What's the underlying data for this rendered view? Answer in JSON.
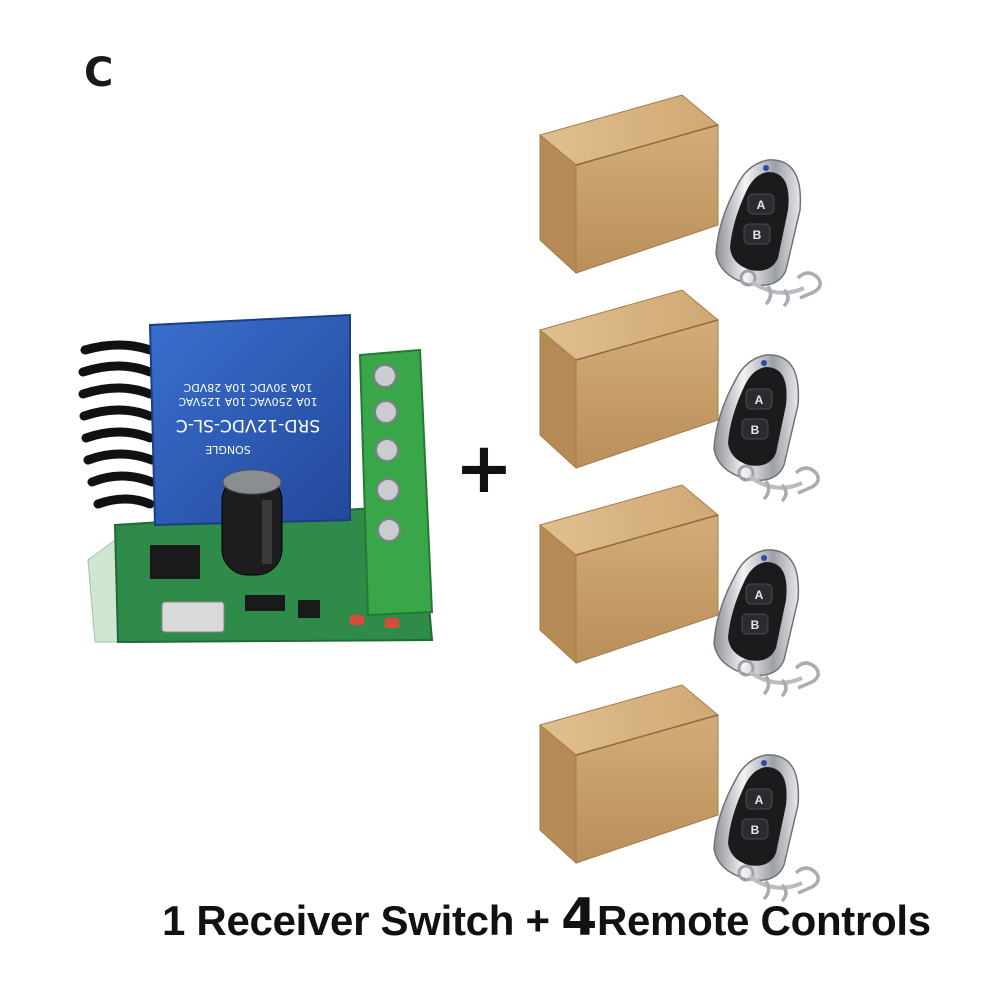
{
  "variant": {
    "label": "C"
  },
  "relay": {
    "model": "SRD-12VDC-SL-C",
    "rating_1": "10A 250VAC  10A 125VAC",
    "rating_2": "10A 30VDC  10A 28VDC",
    "brand": "SONGLE",
    "terminal_count": 5
  },
  "plus_sign": "+",
  "remote": {
    "button_a": "A",
    "button_b": "B"
  },
  "remote_set_count": 4,
  "caption": {
    "part_1": "1 Receiver Switch + ",
    "quantity": "4",
    "part_2": "Remote Controls"
  },
  "colors": {
    "pcb": "#2e8b4a",
    "relay": "#2f5fb8",
    "terminal": "#3aa64a",
    "box": "#c9a06a",
    "remote_body": "#1a1a1a",
    "remote_chrome": "#c8cbd0"
  }
}
